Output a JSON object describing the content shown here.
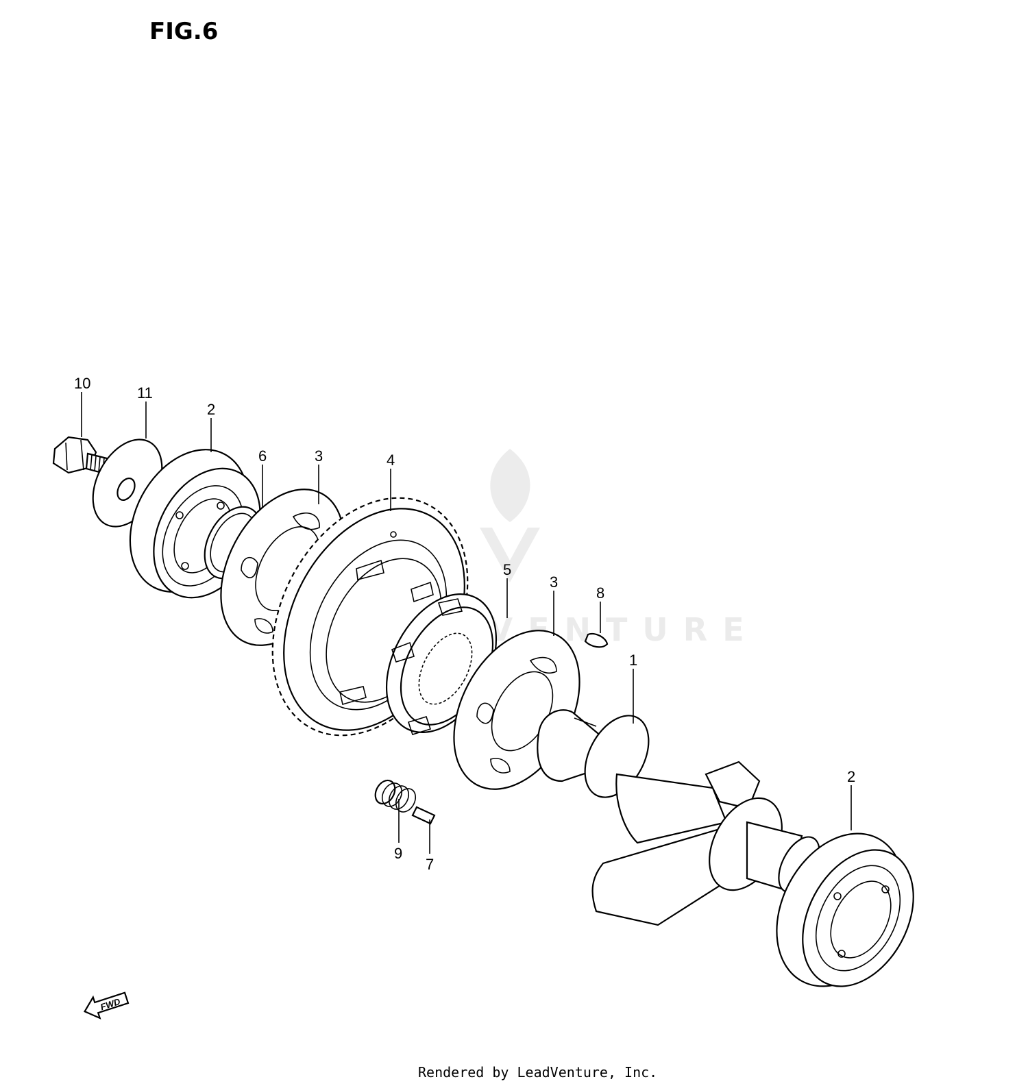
{
  "figure_title": "FIG.6",
  "watermark_text": "LEADVENTURE",
  "footer_text": "Rendered by LeadVenture, Inc.",
  "fwd_label": "FWD",
  "callouts": {
    "c10": "10",
    "c11": "11",
    "c2a": "2",
    "c6": "6",
    "c3a": "3",
    "c4": "4",
    "c5": "5",
    "c3b": "3",
    "c8": "8",
    "c1": "1",
    "c2b": "2",
    "c9": "9",
    "c7": "7"
  }
}
